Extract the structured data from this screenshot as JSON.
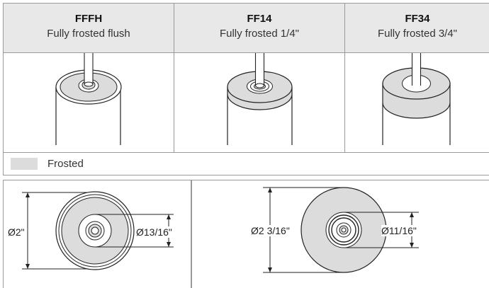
{
  "variants": [
    {
      "code": "FFFH",
      "description": "Fully frosted flush"
    },
    {
      "code": "FF14",
      "description": "Fully frosted 1/4\""
    },
    {
      "code": "FF34",
      "description": "Fully frosted 3/4\""
    }
  ],
  "legend": {
    "label": "Frosted",
    "swatch_color": "#dcdcdc"
  },
  "dimensions": {
    "left": {
      "outer": "Ø2\"",
      "inner": "Ø13/16\""
    },
    "right": {
      "outer": "Ø2 3/16\"",
      "inner": "Ø11/16\""
    }
  }
}
